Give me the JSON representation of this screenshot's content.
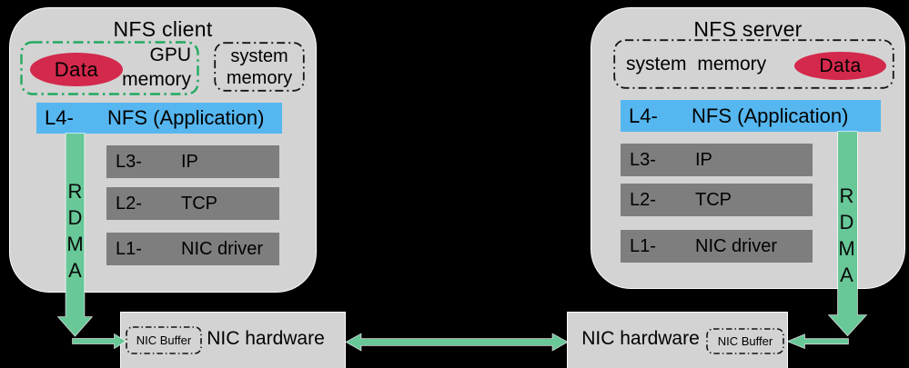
{
  "diagram": {
    "client": {
      "title": "NFS client",
      "data_label": "Data",
      "gpu_memory": {
        "line1": "GPU",
        "line2": "memory"
      },
      "system_memory": {
        "line1": "system",
        "line2": "memory"
      },
      "rdma": "RDMA",
      "layers": [
        {
          "id": "L4-",
          "name": "NFS (Application)"
        },
        {
          "id": "L3-",
          "name": "IP"
        },
        {
          "id": "L2-",
          "name": "TCP"
        },
        {
          "id": "L1-",
          "name": "NIC driver"
        }
      ]
    },
    "server": {
      "title": "NFS server",
      "system_memory_label": "system memory",
      "data_label": "Data",
      "rdma": "RDMA",
      "layers": [
        {
          "id": "L4-",
          "name": "NFS (Application)"
        },
        {
          "id": "L3-",
          "name": "IP"
        },
        {
          "id": "L2-",
          "name": "TCP"
        },
        {
          "id": "L1-",
          "name": "NIC driver"
        }
      ]
    },
    "nic_left": {
      "buffer_label": "NIC Buffer",
      "label": "NIC hardware"
    },
    "nic_right": {
      "label": "NIC hardware",
      "buffer_label": "NIC Buffer"
    }
  },
  "colors": {
    "background": "#000000",
    "box_gray": "#d3d3d3",
    "bar_gray": "#7e7e7e",
    "layer_blue": "#56b7f0",
    "data_red": "#d3294c",
    "arrow_green": "#68c898",
    "gpu_border_green": "#21aa5f"
  }
}
